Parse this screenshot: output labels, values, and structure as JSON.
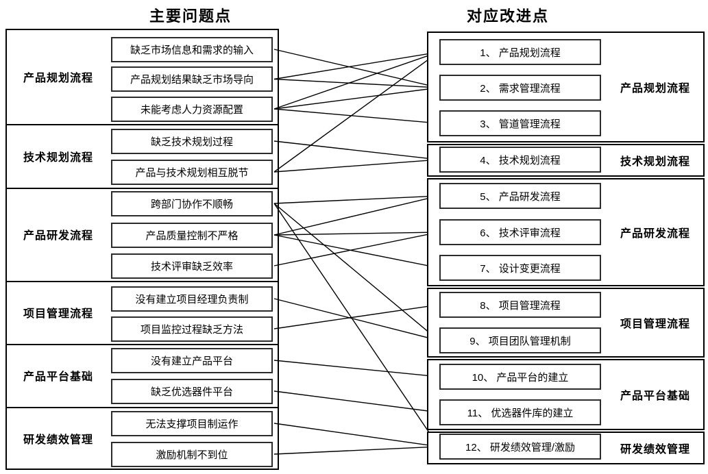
{
  "titles": {
    "left": "主要问题点",
    "right": "对应改进点"
  },
  "left_panel": {
    "name": "主要问题点",
    "groups": [
      {
        "label": "产品规划流程",
        "items": [
          {
            "id": "L1",
            "text": "缺乏市场信息和需求的输入"
          },
          {
            "id": "L2",
            "text": "产品规划结果缺乏市场导向"
          },
          {
            "id": "L3",
            "text": "未能考虑人力资源配置"
          }
        ]
      },
      {
        "label": "技术规划流程",
        "items": [
          {
            "id": "L4",
            "text": "缺乏技术规划过程"
          },
          {
            "id": "L5",
            "text": "产品与技术规划相互脱节"
          }
        ]
      },
      {
        "label": "产品研发流程",
        "items": [
          {
            "id": "L6",
            "text": "跨部门协作不顺畅"
          },
          {
            "id": "L7",
            "text": "产品质量控制不严格"
          },
          {
            "id": "L8",
            "text": "技术评审缺乏效率"
          }
        ]
      },
      {
        "label": "项目管理流程",
        "items": [
          {
            "id": "L9",
            "text": "没有建立项目经理负责制"
          },
          {
            "id": "L10",
            "text": "项目监控过程缺乏方法"
          }
        ]
      },
      {
        "label": "产品平台基础",
        "items": [
          {
            "id": "L11",
            "text": "没有建立产品平台"
          },
          {
            "id": "L12",
            "text": "缺乏优选器件平台"
          }
        ]
      },
      {
        "label": "研发绩效管理",
        "items": [
          {
            "id": "L13",
            "text": "无法支撑项目制运作"
          },
          {
            "id": "L14",
            "text": "激励机制不到位"
          }
        ]
      }
    ]
  },
  "right_panel": {
    "name": "对应改进点",
    "groups": [
      {
        "label": "产品规划流程",
        "items": [
          {
            "id": "R1",
            "text": "1、 产品规划流程"
          },
          {
            "id": "R2",
            "text": "2、 需求管理流程"
          },
          {
            "id": "R3",
            "text": "3、 管道管理流程"
          }
        ]
      },
      {
        "label": "技术规划流程",
        "items": [
          {
            "id": "R4",
            "text": "4、 技术规划流程"
          }
        ]
      },
      {
        "label": "产品研发流程",
        "items": [
          {
            "id": "R5",
            "text": "5、 产品研发流程"
          },
          {
            "id": "R6",
            "text": "6、 技术评审流程"
          },
          {
            "id": "R7",
            "text": "7、 设计变更流程"
          }
        ]
      },
      {
        "label": "项目管理流程",
        "items": [
          {
            "id": "R8",
            "text": "8、 项目管理流程"
          },
          {
            "id": "R9",
            "text": "9、 项目团队管理机制"
          }
        ]
      },
      {
        "label": "产品平台基础",
        "items": [
          {
            "id": "R10",
            "text": "10、 产品平台的建立"
          },
          {
            "id": "R11",
            "text": "11、 优选器件库的建立"
          }
        ]
      },
      {
        "label": "研发绩效管理",
        "items": [
          {
            "id": "R12",
            "text": "12、 研发绩效管理/激励"
          }
        ]
      }
    ]
  },
  "arrows": [
    {
      "from": "L1",
      "to": "R2"
    },
    {
      "from": "L2",
      "to": "R1"
    },
    {
      "from": "L2",
      "to": "R2"
    },
    {
      "from": "L3",
      "to": "R1"
    },
    {
      "from": "L3",
      "to": "R2"
    },
    {
      "from": "L3",
      "to": "R3"
    },
    {
      "from": "L4",
      "to": "R4"
    },
    {
      "from": "L5",
      "to": "R1"
    },
    {
      "from": "L5",
      "to": "R4"
    },
    {
      "from": "L6",
      "to": "R5"
    },
    {
      "from": "L6",
      "to": "R9"
    },
    {
      "from": "L6",
      "to": "R12"
    },
    {
      "from": "L7",
      "to": "R5"
    },
    {
      "from": "L7",
      "to": "R6"
    },
    {
      "from": "L7",
      "to": "R7"
    },
    {
      "from": "L8",
      "to": "R6"
    },
    {
      "from": "L9",
      "to": "R9"
    },
    {
      "from": "L10",
      "to": "R8"
    },
    {
      "from": "L11",
      "to": "R10"
    },
    {
      "from": "L12",
      "to": "R11"
    },
    {
      "from": "L13",
      "to": "R12"
    },
    {
      "from": "L14",
      "to": "R12"
    }
  ],
  "colors": {
    "line": "#000000",
    "outer_border": "#000000",
    "item_border": "#2b2b2b",
    "text": "#000000",
    "background": "#ffffff"
  }
}
